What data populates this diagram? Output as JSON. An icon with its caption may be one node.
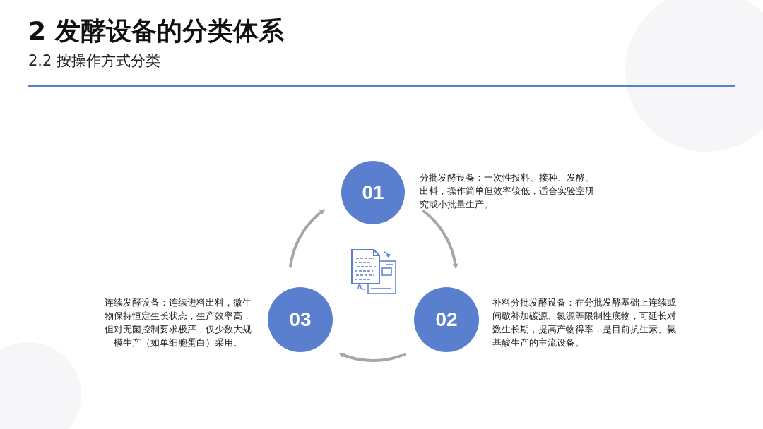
{
  "diagram": {
    "title": "2 发酵设备的分类体系",
    "caption": "2.2 按操作方式分类",
    "nodes": [
      {
        "text": [
          "01"
        ],
        "beside": [
          "分批发酵设备：一次性投料、接种、发酵、出料，操作简单但效率较低，适合实验室研究或小批量生产。"
        ]
      },
      {
        "text": [
          "02"
        ],
        "beside": [
          "补料分批发酵设备：在分批发酵基础上连续或间歇补加碳源、氮源等限制性底物，可延长对数生长期，提高产物得率，是目前抗生素、氨基酸生产的主流设备。"
        ]
      },
      {
        "text": [
          "03"
        ],
        "beside": [
          "连续发酵设备：连续进料出料，微生物保持恒定生长状态，生产效率高，但对无菌控制要求极严，仅少数大规模生产（如单细胞蛋白）采用。"
        ]
      }
    ],
    "edges": [
      {
        "from": 0,
        "to": 1,
        "arrow": "to",
        "color": "#a6a6a6"
      },
      {
        "from": 1,
        "to": 2,
        "arrow": "to",
        "color": "#a6a6a6"
      },
      {
        "from": 2,
        "to": 0,
        "arrow": "to",
        "color": "#a6a6a6"
      }
    ]
  }
}
